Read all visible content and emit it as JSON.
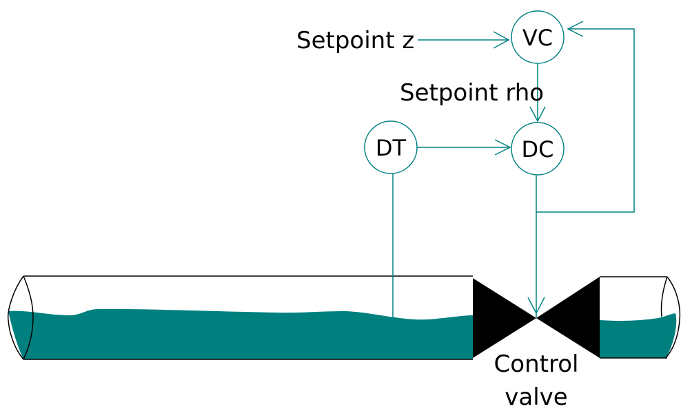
{
  "colors": {
    "line": "#008080",
    "liquid": "#007f7f",
    "valve": "#000000",
    "text": "#000000",
    "background": "#ffffff",
    "pipe_outline": "#000000"
  },
  "nodes": {
    "vc": "VC",
    "dc": "DC",
    "dt": "DT"
  },
  "labels": {
    "setpoint_z": "Setpoint z",
    "setpoint_rho": "Setpoint rho",
    "control_valve_line1": "Control",
    "control_valve_line2": "valve"
  }
}
